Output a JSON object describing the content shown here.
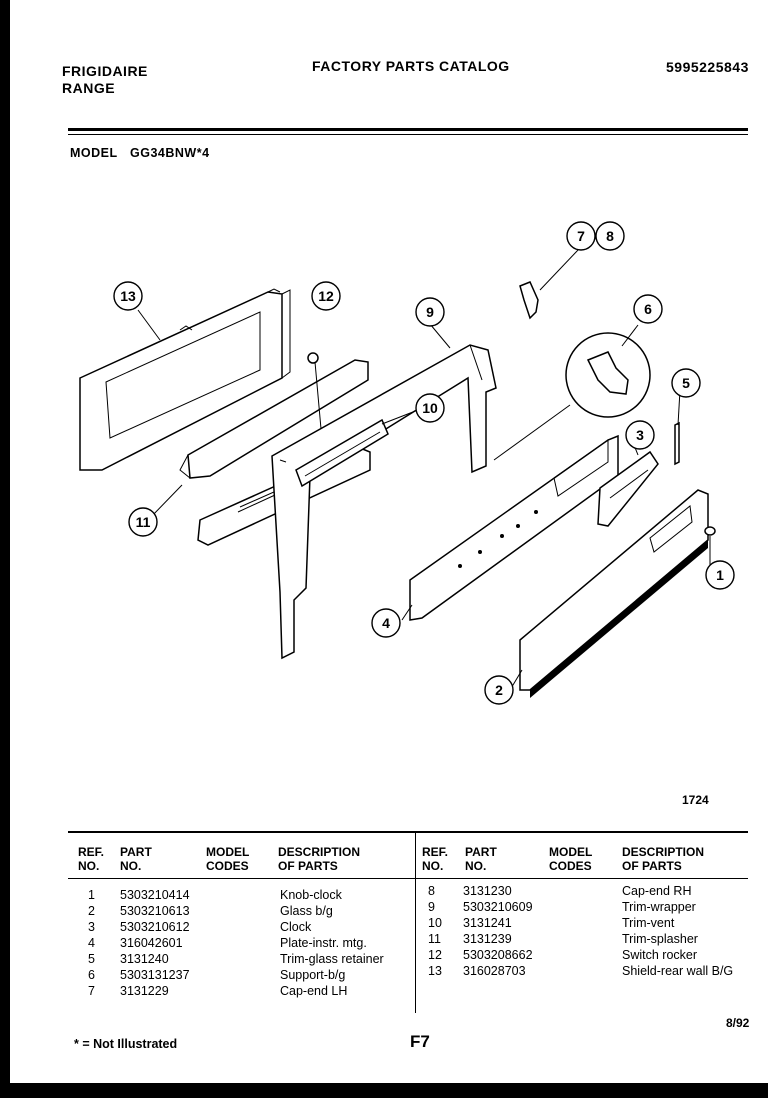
{
  "header": {
    "brand": "FRIGIDAIRE",
    "product": "RANGE",
    "catalog_title": "FACTORY PARTS CATALOG",
    "catalog_number": "5995225843",
    "model_label": "MODEL",
    "model_number": "GG34BNW*4"
  },
  "diagram": {
    "figure_number": "1724",
    "callouts": [
      "1",
      "2",
      "3",
      "4",
      "5",
      "6",
      "7",
      "8",
      "9",
      "10",
      "11",
      "12",
      "13"
    ]
  },
  "table": {
    "headers": {
      "ref": [
        "REF.",
        "NO."
      ],
      "part": [
        "PART",
        "NO."
      ],
      "model": [
        "MODEL",
        "CODES"
      ],
      "desc": [
        "DESCRIPTION",
        "OF PARTS"
      ]
    },
    "left_rows": [
      {
        "ref": "1",
        "part": "5303210414",
        "model": "",
        "desc": "Knob-clock"
      },
      {
        "ref": "2",
        "part": "5303210613",
        "model": "",
        "desc": "Glass b/g"
      },
      {
        "ref": "3",
        "part": "5303210612",
        "model": "",
        "desc": "Clock"
      },
      {
        "ref": "4",
        "part": "316042601",
        "model": "",
        "desc": "Plate-instr. mtg."
      },
      {
        "ref": "5",
        "part": "3131240",
        "model": "",
        "desc": "Trim-glass retainer"
      },
      {
        "ref": "6",
        "part": "5303131237",
        "model": "",
        "desc": "Support-b/g"
      },
      {
        "ref": "7",
        "part": "3131229",
        "model": "",
        "desc": "Cap-end LH"
      }
    ],
    "right_rows": [
      {
        "ref": "8",
        "part": "3131230",
        "model": "",
        "desc": "Cap-end RH"
      },
      {
        "ref": "9",
        "part": "5303210609",
        "model": "",
        "desc": "Trim-wrapper"
      },
      {
        "ref": "10",
        "part": "3131241",
        "model": "",
        "desc": "Trim-vent"
      },
      {
        "ref": "11",
        "part": "3131239",
        "model": "",
        "desc": "Trim-splasher"
      },
      {
        "ref": "12",
        "part": "5303208662",
        "model": "",
        "desc": "Switch rocker"
      },
      {
        "ref": "13",
        "part": "316028703",
        "model": "",
        "desc": "Shield-rear wall B/G"
      }
    ]
  },
  "footer": {
    "note": "* = Not Illustrated",
    "page": "F7",
    "date": "8/92"
  }
}
